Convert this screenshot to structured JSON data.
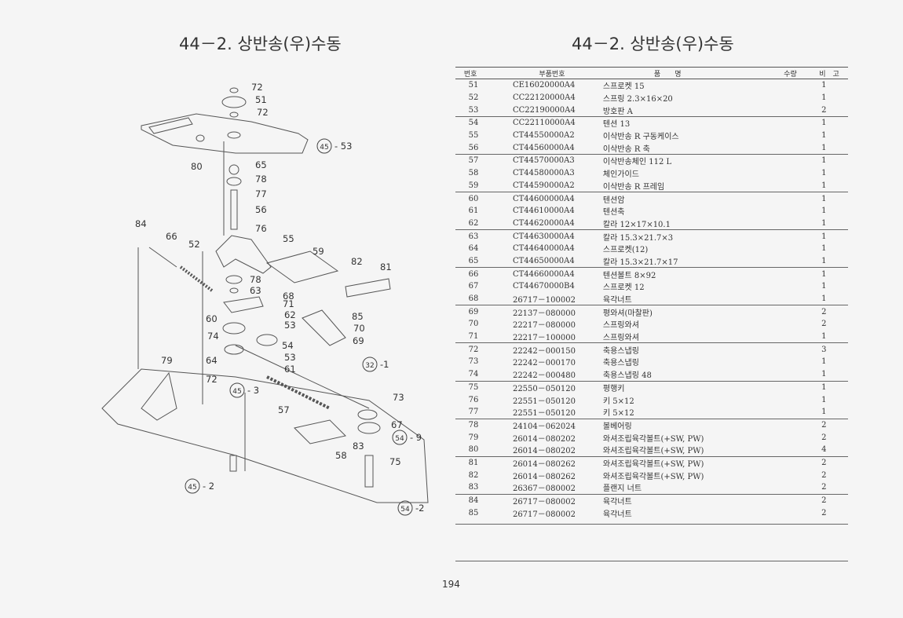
{
  "titles": {
    "left": "44－2. 상반송(우)수동",
    "right": "44－2. 상반송(우)수동"
  },
  "table": {
    "headers": {
      "no": "번호",
      "part": "부품번호",
      "name": "품　　명",
      "qty": "수량",
      "remark": "비　고"
    },
    "rows": [
      {
        "no": "51",
        "part": "CE16020000A4",
        "name": "스프로켓 15",
        "qty": "1"
      },
      {
        "no": "52",
        "part": "CC22120000A4",
        "name": "스프링 2.3×16×20",
        "qty": "1"
      },
      {
        "no": "53",
        "part": "CC22190000A4",
        "name": "방호판 A",
        "qty": "2"
      },
      {
        "no": "54",
        "part": "CC22110000A4",
        "name": "텐션 13",
        "qty": "1"
      },
      {
        "no": "55",
        "part": "CT44550000A2",
        "name": "이삭반송 R 구동케이스",
        "qty": "1"
      },
      {
        "no": "56",
        "part": "CT44560000A4",
        "name": "이삭반송 R 축",
        "qty": "1"
      },
      {
        "no": "57",
        "part": "CT44570000A3",
        "name": "이삭반송체인 112 L",
        "qty": "1"
      },
      {
        "no": "58",
        "part": "CT44580000A3",
        "name": "체인가이드",
        "qty": "1"
      },
      {
        "no": "59",
        "part": "CT44590000A2",
        "name": "이삭반송 R 프레임",
        "qty": "1"
      },
      {
        "no": "60",
        "part": "CT44600000A4",
        "name": "텐션암",
        "qty": "1"
      },
      {
        "no": "61",
        "part": "CT44610000A4",
        "name": "텐션축",
        "qty": "1"
      },
      {
        "no": "62",
        "part": "CT44620000A4",
        "name": "칼라 12×17×10.1",
        "qty": "1"
      },
      {
        "no": "63",
        "part": "CT44630000A4",
        "name": "칼라 15.3×21.7×3",
        "qty": "1"
      },
      {
        "no": "64",
        "part": "CT44640000A4",
        "name": "스프로켓(12)",
        "qty": "1"
      },
      {
        "no": "65",
        "part": "CT44650000A4",
        "name": "칼라 15.3×21.7×17",
        "qty": "1"
      },
      {
        "no": "66",
        "part": "CT44660000A4",
        "name": "텐션볼트 8×92",
        "qty": "1"
      },
      {
        "no": "67",
        "part": "CT44670000B4",
        "name": "스프로켓 12",
        "qty": "1"
      },
      {
        "no": "68",
        "part": "26717－100002",
        "name": "육각너트",
        "qty": "1"
      },
      {
        "no": "69",
        "part": "22137－080000",
        "name": "평와셔(마찰판)",
        "qty": "2"
      },
      {
        "no": "70",
        "part": "22217－080000",
        "name": "스프링와셔",
        "qty": "2"
      },
      {
        "no": "71",
        "part": "22217－100000",
        "name": "스프링와셔",
        "qty": "1"
      },
      {
        "no": "72",
        "part": "22242－000150",
        "name": "축용스냅링",
        "qty": "3"
      },
      {
        "no": "73",
        "part": "22242－000170",
        "name": "축용스냅링",
        "qty": "1"
      },
      {
        "no": "74",
        "part": "22242－000480",
        "name": "축용스냅링 48",
        "qty": "1"
      },
      {
        "no": "75",
        "part": "22550－050120",
        "name": "평행키",
        "qty": "1"
      },
      {
        "no": "76",
        "part": "22551－050120",
        "name": "키 5×12",
        "qty": "1"
      },
      {
        "no": "77",
        "part": "22551－050120",
        "name": "키 5×12",
        "qty": "1"
      },
      {
        "no": "78",
        "part": "24104－062024",
        "name": "볼베어링",
        "qty": "2"
      },
      {
        "no": "79",
        "part": "26014－080202",
        "name": "와셔조립육각볼트(+SW, PW)",
        "qty": "2"
      },
      {
        "no": "80",
        "part": "26014－080202",
        "name": "와셔조립육각볼트(+SW, PW)",
        "qty": "4"
      },
      {
        "no": "81",
        "part": "26014－080262",
        "name": "와셔조립육각볼트(+SW, PW)",
        "qty": "2"
      },
      {
        "no": "82",
        "part": "26014－080262",
        "name": "와셔조립육각볼트(+SW, PW)",
        "qty": "2"
      },
      {
        "no": "83",
        "part": "26367－080002",
        "name": "플랜지 너트",
        "qty": "2"
      },
      {
        "no": "84",
        "part": "26717－080002",
        "name": "육각너트",
        "qty": "2"
      },
      {
        "no": "85",
        "part": "26717－080002",
        "name": "육각너트",
        "qty": "2"
      }
    ]
  },
  "callouts": [
    "72",
    "51",
    "72",
    "80",
    "65",
    "78",
    "77",
    "56",
    "76",
    "84",
    "66",
    "52",
    "55",
    "59",
    "82",
    "81",
    "78",
    "63",
    "68",
    "71",
    "62",
    "60",
    "85",
    "70",
    "53",
    "74",
    "69",
    "54",
    "53",
    "79",
    "64",
    "61",
    "72",
    "73",
    "57",
    "67",
    "83",
    "58",
    "75"
  ],
  "ref_callouts": [
    {
      "circle": "45",
      "suffix": "- 53"
    },
    {
      "circle": "32",
      "suffix": "-1"
    },
    {
      "circle": "45",
      "suffix": "- 3"
    },
    {
      "circle": "54",
      "suffix": "- 9"
    },
    {
      "circle": "45",
      "suffix": "- 2"
    },
    {
      "circle": "54",
      "suffix": "-2"
    }
  ],
  "page_number": "194"
}
